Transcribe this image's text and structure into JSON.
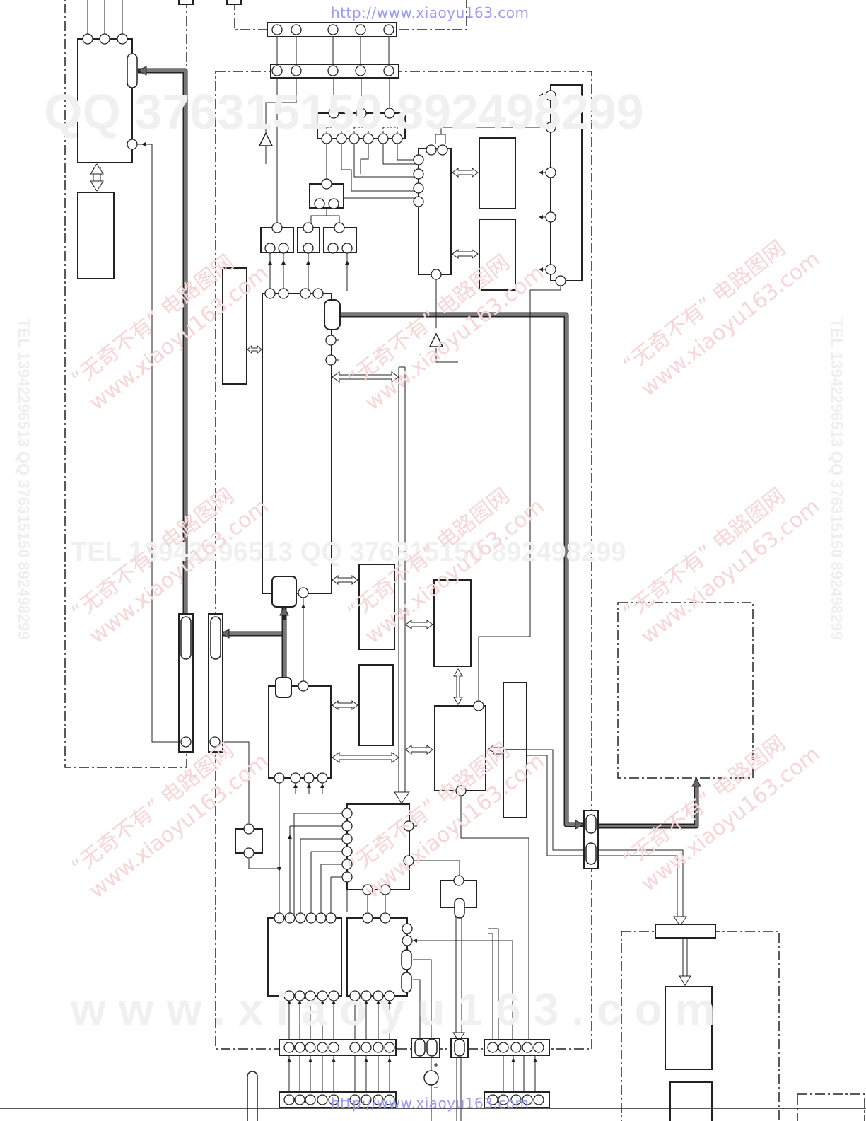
{
  "header_url": "http://www.xiaoyu163.com",
  "footer_url": "http://www.xiaoyu163.com",
  "watermarks": {
    "qq_line": "QQ 376315150    892498299",
    "tel_line": "TEL 13942296513    QQ 376315150  892498299",
    "site_line": "www.xiaoyu163.com",
    "diag_cn": "“无奇不有” 电路图网",
    "diag_site": "www.xiaoyu163.com",
    "vertical": "TEL 13942296513  QQ 376315150  892498299"
  },
  "colors": {
    "line": "#222222",
    "bus_fill": "#777777",
    "url_text": "#9b9bf0"
  }
}
